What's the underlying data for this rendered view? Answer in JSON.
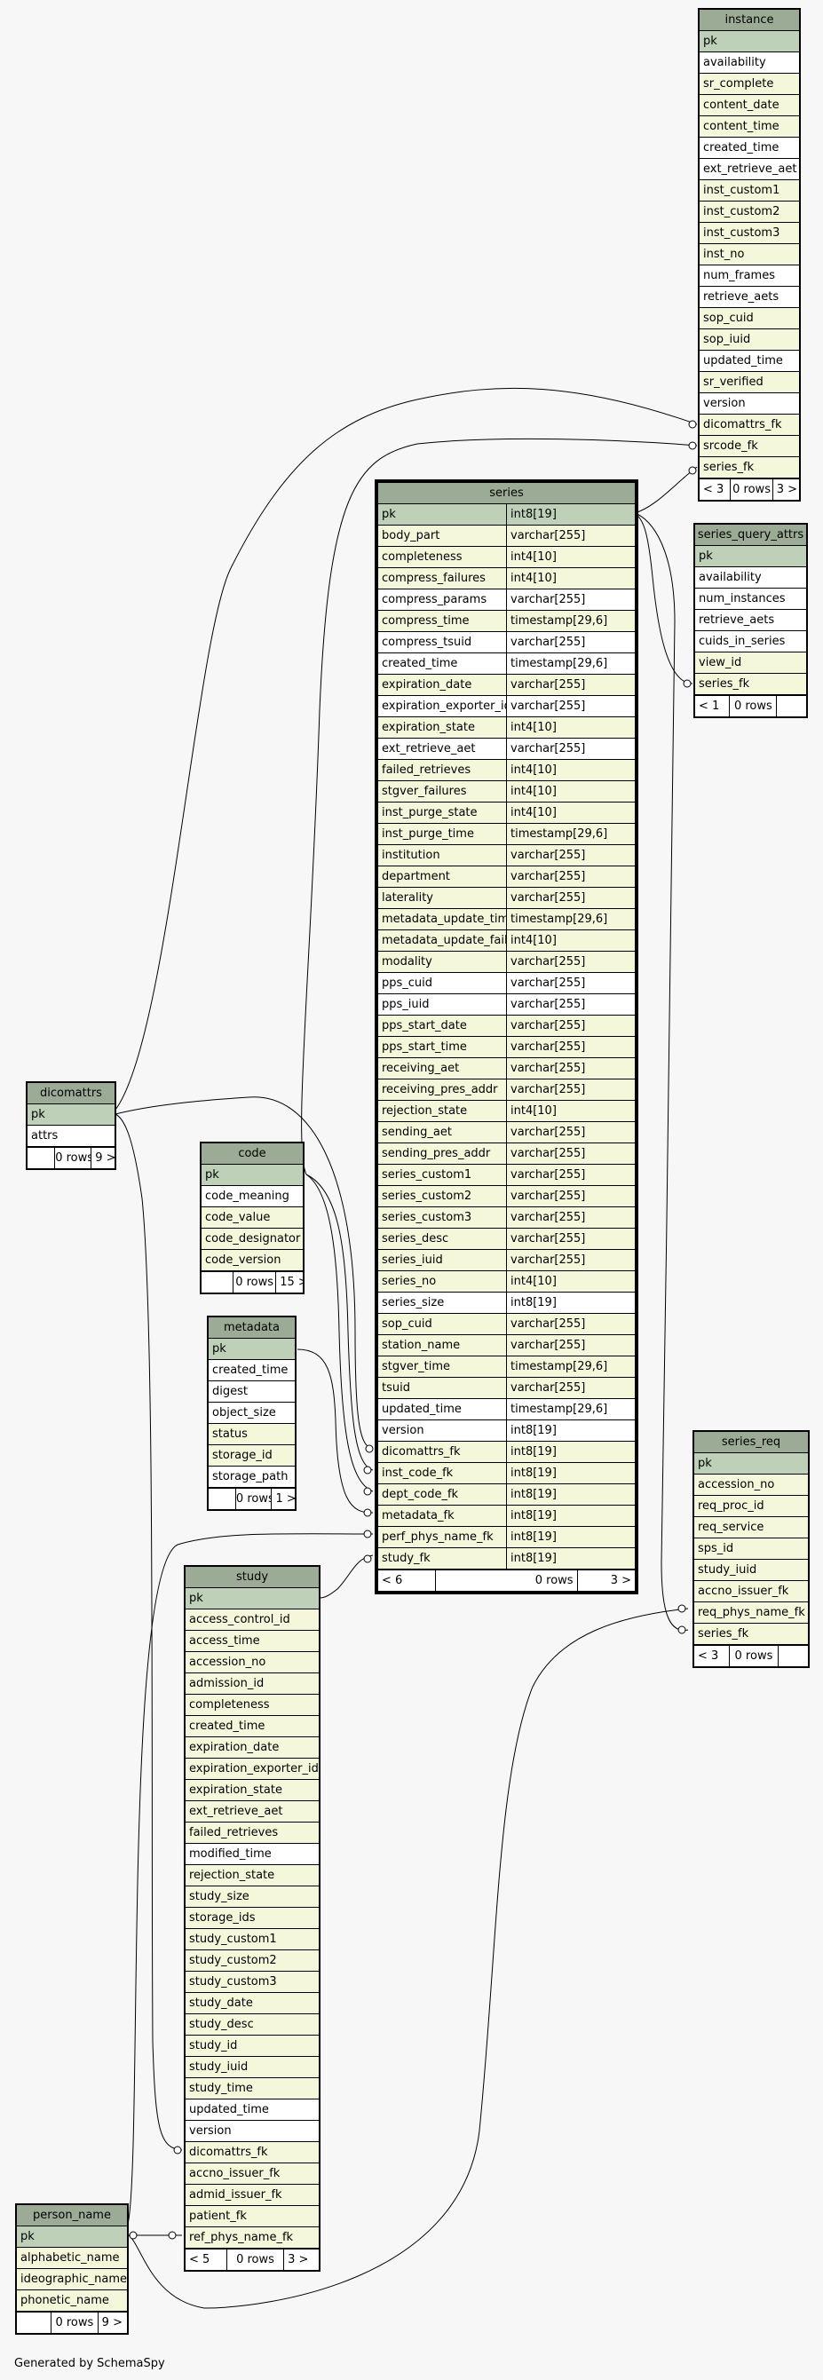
{
  "footer": "Generated by SchemaSpy",
  "tables": {
    "instance": {
      "name": "instance",
      "columns": [
        {
          "n": "pk",
          "k": "pk"
        },
        {
          "n": "availability",
          "k": ""
        },
        {
          "n": "sr_complete",
          "k": "f"
        },
        {
          "n": "content_date",
          "k": "f"
        },
        {
          "n": "content_time",
          "k": "f"
        },
        {
          "n": "created_time",
          "k": ""
        },
        {
          "n": "ext_retrieve_aet",
          "k": ""
        },
        {
          "n": "inst_custom1",
          "k": "f"
        },
        {
          "n": "inst_custom2",
          "k": "f"
        },
        {
          "n": "inst_custom3",
          "k": "f"
        },
        {
          "n": "inst_no",
          "k": "f"
        },
        {
          "n": "num_frames",
          "k": ""
        },
        {
          "n": "retrieve_aets",
          "k": ""
        },
        {
          "n": "sop_cuid",
          "k": "f"
        },
        {
          "n": "sop_iuid",
          "k": "f"
        },
        {
          "n": "updated_time",
          "k": ""
        },
        {
          "n": "sr_verified",
          "k": "f"
        },
        {
          "n": "version",
          "k": ""
        },
        {
          "n": "dicomattrs_fk",
          "k": "f"
        },
        {
          "n": "srcode_fk",
          "k": "f"
        },
        {
          "n": "series_fk",
          "k": "f"
        }
      ],
      "footer": [
        "< 3",
        "0 rows",
        "3 >"
      ]
    },
    "series_query_attrs": {
      "name": "series_query_attrs",
      "columns": [
        {
          "n": "pk",
          "k": "pk"
        },
        {
          "n": "availability",
          "k": ""
        },
        {
          "n": "num_instances",
          "k": ""
        },
        {
          "n": "retrieve_aets",
          "k": ""
        },
        {
          "n": "cuids_in_series",
          "k": ""
        },
        {
          "n": "view_id",
          "k": "f"
        },
        {
          "n": "series_fk",
          "k": "f"
        }
      ],
      "footer": [
        "< 1",
        "0 rows",
        ""
      ]
    },
    "series": {
      "name": "series",
      "columns": [
        {
          "n": "pk",
          "t": "int8[19]",
          "k": "pk"
        },
        {
          "n": "body_part",
          "t": "varchar[255]",
          "k": "f"
        },
        {
          "n": "completeness",
          "t": "int4[10]",
          "k": "f"
        },
        {
          "n": "compress_failures",
          "t": "int4[10]",
          "k": "f"
        },
        {
          "n": "compress_params",
          "t": "varchar[255]",
          "k": ""
        },
        {
          "n": "compress_time",
          "t": "timestamp[29,6]",
          "k": "f"
        },
        {
          "n": "compress_tsuid",
          "t": "varchar[255]",
          "k": ""
        },
        {
          "n": "created_time",
          "t": "timestamp[29,6]",
          "k": ""
        },
        {
          "n": "expiration_date",
          "t": "varchar[255]",
          "k": "f"
        },
        {
          "n": "expiration_exporter_id",
          "t": "varchar[255]",
          "k": ""
        },
        {
          "n": "expiration_state",
          "t": "int4[10]",
          "k": "f"
        },
        {
          "n": "ext_retrieve_aet",
          "t": "varchar[255]",
          "k": ""
        },
        {
          "n": "failed_retrieves",
          "t": "int4[10]",
          "k": "f"
        },
        {
          "n": "stgver_failures",
          "t": "int4[10]",
          "k": "f"
        },
        {
          "n": "inst_purge_state",
          "t": "int4[10]",
          "k": "f"
        },
        {
          "n": "inst_purge_time",
          "t": "timestamp[29,6]",
          "k": "f"
        },
        {
          "n": "institution",
          "t": "varchar[255]",
          "k": "f"
        },
        {
          "n": "department",
          "t": "varchar[255]",
          "k": "f"
        },
        {
          "n": "laterality",
          "t": "varchar[255]",
          "k": "f"
        },
        {
          "n": "metadata_update_time",
          "t": "timestamp[29,6]",
          "k": "f"
        },
        {
          "n": "metadata_update_failures",
          "t": "int4[10]",
          "k": "f"
        },
        {
          "n": "modality",
          "t": "varchar[255]",
          "k": "f"
        },
        {
          "n": "pps_cuid",
          "t": "varchar[255]",
          "k": ""
        },
        {
          "n": "pps_iuid",
          "t": "varchar[255]",
          "k": ""
        },
        {
          "n": "pps_start_date",
          "t": "varchar[255]",
          "k": "f"
        },
        {
          "n": "pps_start_time",
          "t": "varchar[255]",
          "k": "f"
        },
        {
          "n": "receiving_aet",
          "t": "varchar[255]",
          "k": "f"
        },
        {
          "n": "receiving_pres_addr",
          "t": "varchar[255]",
          "k": "f"
        },
        {
          "n": "rejection_state",
          "t": "int4[10]",
          "k": "f"
        },
        {
          "n": "sending_aet",
          "t": "varchar[255]",
          "k": "f"
        },
        {
          "n": "sending_pres_addr",
          "t": "varchar[255]",
          "k": "f"
        },
        {
          "n": "series_custom1",
          "t": "varchar[255]",
          "k": "f"
        },
        {
          "n": "series_custom2",
          "t": "varchar[255]",
          "k": "f"
        },
        {
          "n": "series_custom3",
          "t": "varchar[255]",
          "k": "f"
        },
        {
          "n": "series_desc",
          "t": "varchar[255]",
          "k": "f"
        },
        {
          "n": "series_iuid",
          "t": "varchar[255]",
          "k": "f"
        },
        {
          "n": "series_no",
          "t": "int4[10]",
          "k": "f"
        },
        {
          "n": "series_size",
          "t": "int8[19]",
          "k": ""
        },
        {
          "n": "sop_cuid",
          "t": "varchar[255]",
          "k": "f"
        },
        {
          "n": "station_name",
          "t": "varchar[255]",
          "k": "f"
        },
        {
          "n": "stgver_time",
          "t": "timestamp[29,6]",
          "k": "f"
        },
        {
          "n": "tsuid",
          "t": "varchar[255]",
          "k": "f"
        },
        {
          "n": "updated_time",
          "t": "timestamp[29,6]",
          "k": ""
        },
        {
          "n": "version",
          "t": "int8[19]",
          "k": ""
        },
        {
          "n": "dicomattrs_fk",
          "t": "int8[19]",
          "k": "f"
        },
        {
          "n": "inst_code_fk",
          "t": "int8[19]",
          "k": "f"
        },
        {
          "n": "dept_code_fk",
          "t": "int8[19]",
          "k": "f"
        },
        {
          "n": "metadata_fk",
          "t": "int8[19]",
          "k": "f"
        },
        {
          "n": "perf_phys_name_fk",
          "t": "int8[19]",
          "k": "f"
        },
        {
          "n": "study_fk",
          "t": "int8[19]",
          "k": "f"
        }
      ],
      "footer": [
        "< 6",
        "0 rows",
        "3 >"
      ]
    },
    "dicomattrs": {
      "name": "dicomattrs",
      "columns": [
        {
          "n": "pk",
          "k": "pk"
        },
        {
          "n": "attrs",
          "k": ""
        }
      ],
      "footer": [
        "",
        "0 rows",
        "9 >"
      ]
    },
    "code": {
      "name": "code",
      "columns": [
        {
          "n": "pk",
          "k": "pk"
        },
        {
          "n": "code_meaning",
          "k": ""
        },
        {
          "n": "code_value",
          "k": "f"
        },
        {
          "n": "code_designator",
          "k": "f"
        },
        {
          "n": "code_version",
          "k": "f"
        }
      ],
      "footer": [
        "",
        "0 rows",
        "15 >"
      ]
    },
    "metadata": {
      "name": "metadata",
      "columns": [
        {
          "n": "pk",
          "k": "pk"
        },
        {
          "n": "created_time",
          "k": ""
        },
        {
          "n": "digest",
          "k": ""
        },
        {
          "n": "object_size",
          "k": ""
        },
        {
          "n": "status",
          "k": "f"
        },
        {
          "n": "storage_id",
          "k": "f"
        },
        {
          "n": "storage_path",
          "k": ""
        }
      ],
      "footer": [
        "",
        "0 rows",
        "1 >"
      ]
    },
    "series_req": {
      "name": "series_req",
      "columns": [
        {
          "n": "pk",
          "k": "pk"
        },
        {
          "n": "accession_no",
          "k": "f"
        },
        {
          "n": "req_proc_id",
          "k": "f"
        },
        {
          "n": "req_service",
          "k": "f"
        },
        {
          "n": "sps_id",
          "k": "f"
        },
        {
          "n": "study_iuid",
          "k": "f"
        },
        {
          "n": "accno_issuer_fk",
          "k": "f"
        },
        {
          "n": "req_phys_name_fk",
          "k": "f"
        },
        {
          "n": "series_fk",
          "k": "f"
        }
      ],
      "footer": [
        "< 3",
        "0 rows",
        ""
      ]
    },
    "study": {
      "name": "study",
      "columns": [
        {
          "n": "pk",
          "k": "pk"
        },
        {
          "n": "access_control_id",
          "k": "f"
        },
        {
          "n": "access_time",
          "k": "f"
        },
        {
          "n": "accession_no",
          "k": "f"
        },
        {
          "n": "admission_id",
          "k": "f"
        },
        {
          "n": "completeness",
          "k": "f"
        },
        {
          "n": "created_time",
          "k": "f"
        },
        {
          "n": "expiration_date",
          "k": "f"
        },
        {
          "n": "expiration_exporter_id",
          "k": "f"
        },
        {
          "n": "expiration_state",
          "k": "f"
        },
        {
          "n": "ext_retrieve_aet",
          "k": "f"
        },
        {
          "n": "failed_retrieves",
          "k": "f"
        },
        {
          "n": "modified_time",
          "k": ""
        },
        {
          "n": "rejection_state",
          "k": "f"
        },
        {
          "n": "study_size",
          "k": "f"
        },
        {
          "n": "storage_ids",
          "k": "f"
        },
        {
          "n": "study_custom1",
          "k": "f"
        },
        {
          "n": "study_custom2",
          "k": "f"
        },
        {
          "n": "study_custom3",
          "k": "f"
        },
        {
          "n": "study_date",
          "k": "f"
        },
        {
          "n": "study_desc",
          "k": "f"
        },
        {
          "n": "study_id",
          "k": "f"
        },
        {
          "n": "study_iuid",
          "k": "f"
        },
        {
          "n": "study_time",
          "k": "f"
        },
        {
          "n": "updated_time",
          "k": ""
        },
        {
          "n": "version",
          "k": ""
        },
        {
          "n": "dicomattrs_fk",
          "k": "f"
        },
        {
          "n": "accno_issuer_fk",
          "k": "f"
        },
        {
          "n": "admid_issuer_fk",
          "k": "f"
        },
        {
          "n": "patient_fk",
          "k": "f"
        },
        {
          "n": "ref_phys_name_fk",
          "k": "f"
        }
      ],
      "footer": [
        "< 5",
        "0 rows",
        "3 >"
      ]
    },
    "person_name": {
      "name": "person_name",
      "columns": [
        {
          "n": "pk",
          "k": "pk"
        },
        {
          "n": "alphabetic_name",
          "k": "f"
        },
        {
          "n": "ideographic_name",
          "k": "f"
        },
        {
          "n": "phonetic_name",
          "k": "f"
        }
      ],
      "footer": [
        "",
        "0 rows",
        "9 >"
      ]
    }
  }
}
